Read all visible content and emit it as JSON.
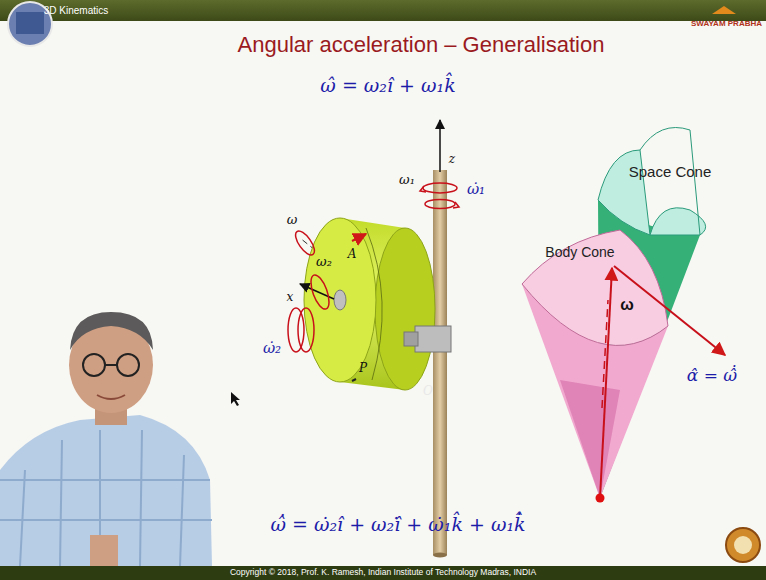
{
  "diagram": {
    "title": "Angular acceleration – Generalisation",
    "labels": [
      "3D Kinematics",
      "SWAYAM PRABHA",
      "ω̂ = ω₂î + ω₁k̂",
      "z",
      "ω̇₁",
      "ω₁",
      "ω",
      "ω₂",
      "A",
      "x",
      "ω̇₂",
      "P",
      "O",
      "Space Cone",
      "Body Cone",
      "ω",
      "α̂ = ω̂̇",
      "ω̂̇ = ω̇₂î + ω₂î̇ + ω̇₁k̂ + ω₁k̂̇",
      "Copyright © 2018, Prof. K. Ramesh, Indian Institute of Technology Madras, INDIA"
    ]
  }
}
